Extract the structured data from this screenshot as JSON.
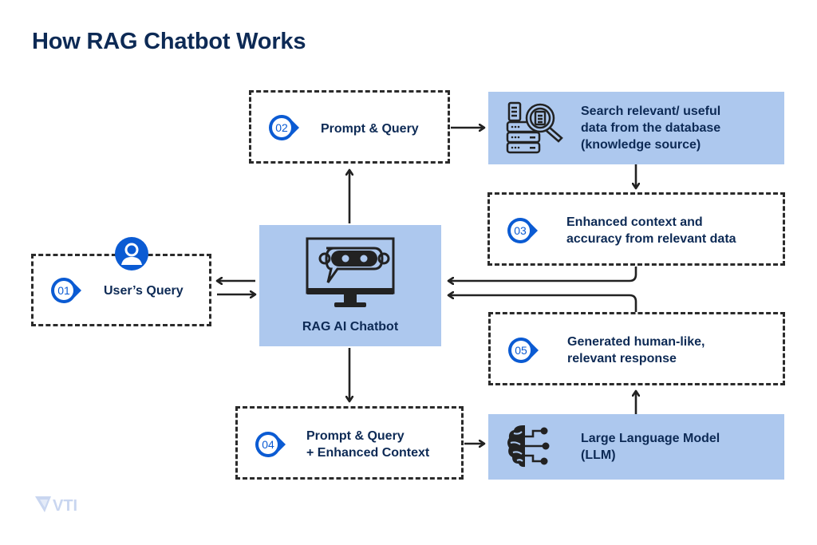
{
  "title": "How RAG Chatbot Works",
  "accent_color": "#0b5bd3",
  "box_fill_color": "#adc8ee",
  "text_color": "#0d2a55",
  "steps": {
    "user_query": {
      "number": "01",
      "label": "User’s Query",
      "icon": "user-icon"
    },
    "prompt_query": {
      "number": "02",
      "label": "Prompt & Query"
    },
    "search": {
      "label_line1": "Search relevant/ useful",
      "label_line2": "data from the database",
      "label_line3": "(knowledge source)",
      "icon": "database-search-icon"
    },
    "enhanced": {
      "number": "03",
      "label_line1": "Enhanced context and",
      "label_line2": "accuracy from relevant data"
    },
    "chatbot": {
      "label": "RAG AI Chatbot",
      "icon": "chatbot-monitor-icon"
    },
    "prompt_enhanced": {
      "number": "04",
      "label_line1": "Prompt & Query",
      "label_line2": "+ Enhanced Context"
    },
    "llm": {
      "label_line1": "Large Language Model",
      "label_line2": "(LLM)",
      "icon": "brain-circuit-icon"
    },
    "response": {
      "number": "05",
      "label_line1": "Generated human-like,",
      "label_line2": "relevant response"
    }
  },
  "logo": {
    "text": "VTI"
  }
}
